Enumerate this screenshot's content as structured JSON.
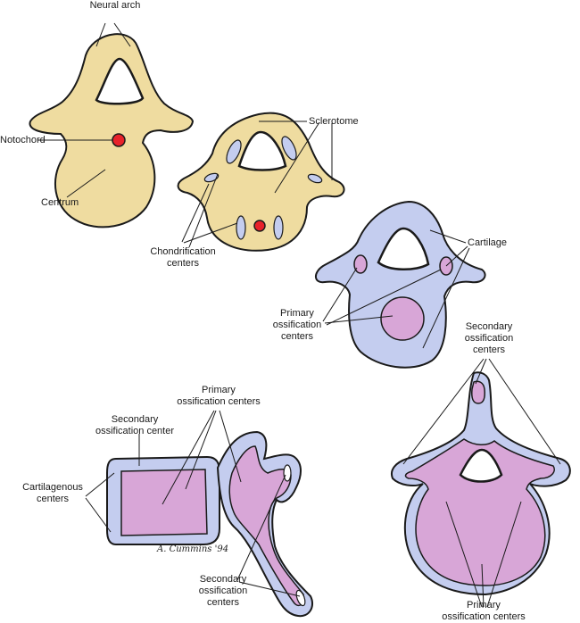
{
  "labels": {
    "neural_arch": "Neural arch",
    "notochord": "Notochord",
    "centrum": "Centrum",
    "sclerotome": "Sclerotome",
    "chondrification_1": "Chondrification",
    "chondrification_2": "centers",
    "cartilage": "Cartilage",
    "primary_oss_a1": "Primary",
    "primary_oss_a2": "ossification",
    "primary_oss_a3": "centers",
    "secondary_oss_r1": "Secondary",
    "secondary_oss_r2": "ossification",
    "secondary_oss_r3": "centers",
    "primary_oss_top1": "Primary",
    "primary_oss_top2": "ossification centers",
    "secondary_oss_center1": "Secondary",
    "secondary_oss_center2": "ossification center",
    "cartilagenous_1": "Cartilagenous",
    "cartilagenous_2": "centers",
    "secondary_oss_bottom1": "Secondary",
    "secondary_oss_bottom2": "ossification",
    "secondary_oss_bottom3": "centers",
    "primary_oss_bottom1": "Primary",
    "primary_oss_bottom2": "ossification centers"
  },
  "signature": "A. Cummins '94",
  "colors": {
    "tissue_tan": "#efdca0",
    "cartilage_blue": "#c4cdef",
    "bone_purple": "#d8a6d7",
    "notochord_red": "#e8222a",
    "outline": "#1a1a1a"
  }
}
